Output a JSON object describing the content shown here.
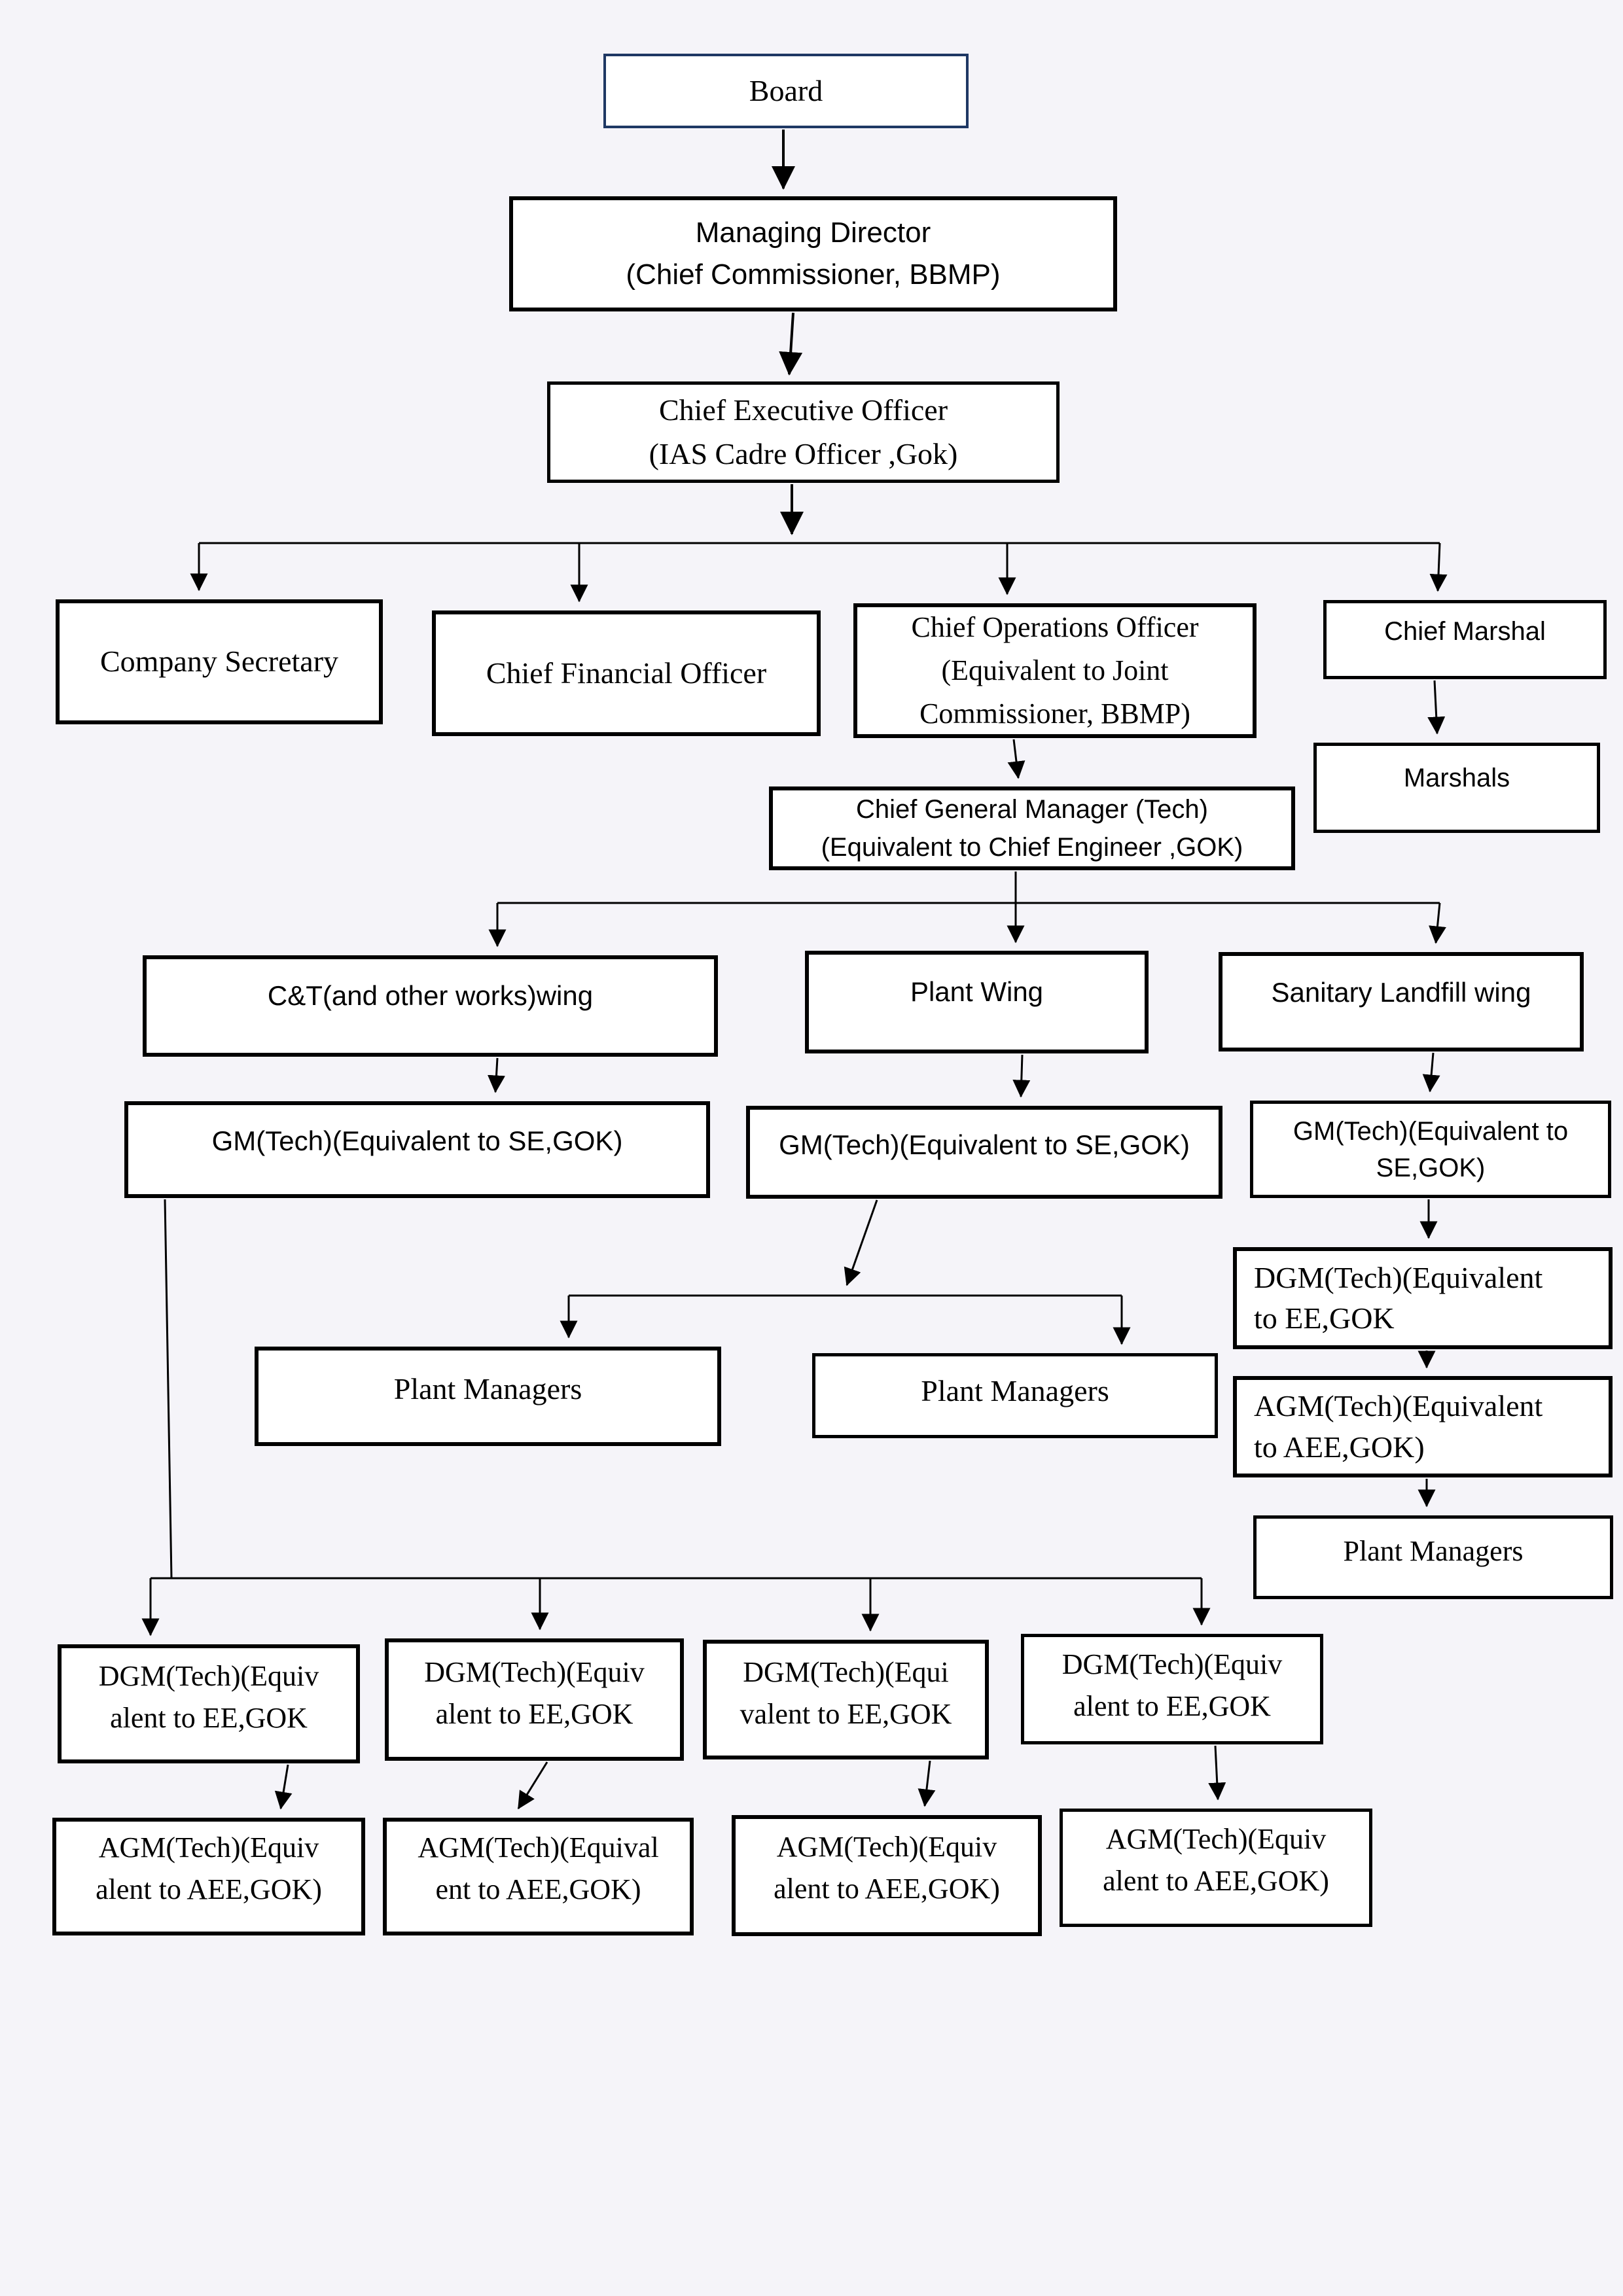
{
  "colors": {
    "background": "#F5F4F9",
    "box_fill": "#FFFFFF",
    "box_border": "#000000",
    "board_border": "#1F3864",
    "connector": "#000000"
  },
  "nodes": {
    "board": {
      "label": "Board"
    },
    "managing_director": {
      "label": "Managing Director\n(Chief Commissioner, BBMP)"
    },
    "ceo": {
      "label": "Chief Executive Officer\n(IAS Cadre Officer ,Gok)"
    },
    "company_secretary": {
      "label": "Company Secretary"
    },
    "cfo": {
      "label": "Chief Financial Officer"
    },
    "coo": {
      "label": "Chief Operations Officer\n(Equivalent to Joint\nCommissioner, BBMP)"
    },
    "chief_marshal": {
      "label": "Chief Marshal"
    },
    "marshals": {
      "label": "Marshals"
    },
    "cgm_tech": {
      "label": "Chief General Manager (Tech)\n(Equivalent to Chief Engineer ,GOK)"
    },
    "ct_wing": {
      "label": "C&T(and other works)wing"
    },
    "plant_wing": {
      "label": "Plant Wing"
    },
    "sanitary_landfill_wing": {
      "label": "Sanitary Landfill wing"
    },
    "gm_ct": {
      "label": "GM(Tech)(Equivalent to SE,GOK)"
    },
    "gm_plant": {
      "label": "GM(Tech)(Equivalent to SE,GOK)"
    },
    "gm_sl": {
      "label": "GM(Tech)(Equivalent to\nSE,GOK)"
    },
    "dgm_sl": {
      "label": "DGM(Tech)(Equivalent\nto EE,GOK"
    },
    "agm_sl": {
      "label": "AGM(Tech)(Equivalent\nto AEE,GOK)"
    },
    "plant_managers_sl": {
      "label": "Plant Managers"
    },
    "plant_managers_left": {
      "label": "Plant Managers"
    },
    "plant_managers_mid": {
      "label": "Plant Managers"
    },
    "dgm_1": {
      "label": "DGM(Tech)(Equiv\nalent to EE,GOK"
    },
    "dgm_2": {
      "label": "DGM(Tech)(Equiv\nalent to EE,GOK"
    },
    "dgm_3": {
      "label": "DGM(Tech)(Equi\nvalent to EE,GOK"
    },
    "dgm_4": {
      "label": "DGM(Tech)(Equiv\nalent to EE,GOK"
    },
    "agm_1": {
      "label": "AGM(Tech)(Equiv\nalent to AEE,GOK)"
    },
    "agm_2": {
      "label": "AGM(Tech)(Equival\nent to AEE,GOK)"
    },
    "agm_3": {
      "label": "AGM(Tech)(Equiv\nalent to AEE,GOK)"
    },
    "agm_4": {
      "label": "AGM(Tech)(Equiv\nalent to AEE,GOK)"
    }
  }
}
